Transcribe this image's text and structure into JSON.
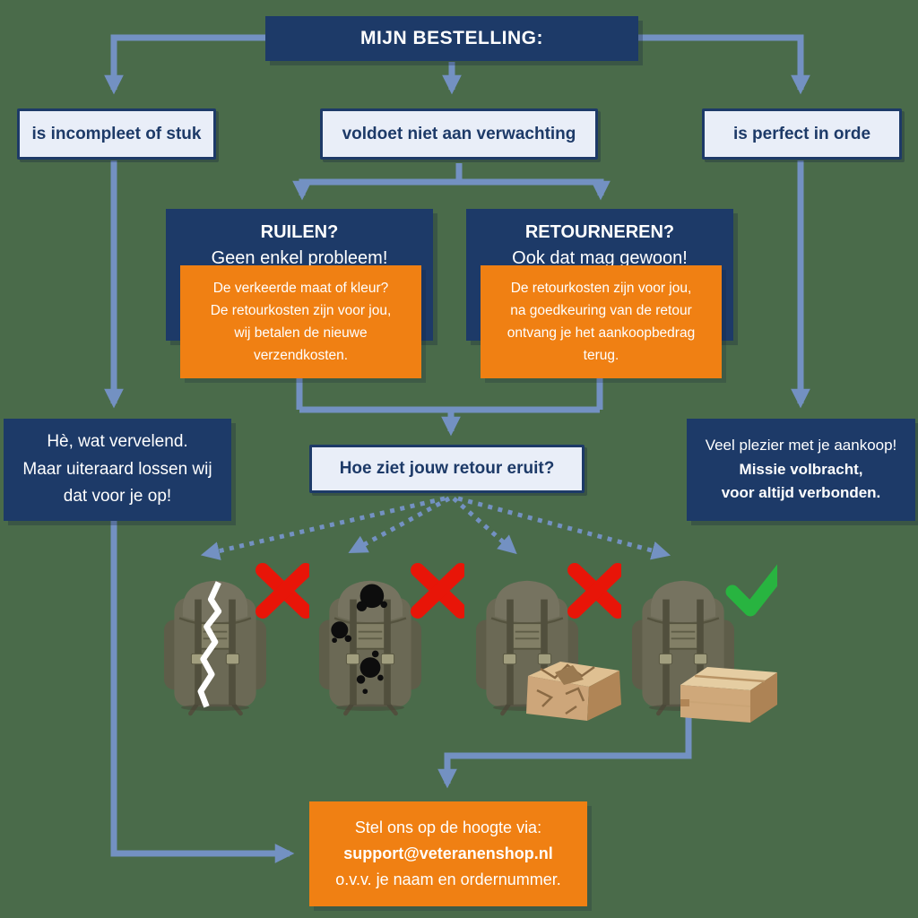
{
  "colors": {
    "background": "#4a6b4a",
    "navy": "#1d3a68",
    "light_fill": "#e9eef8",
    "orange": "#f08013",
    "arrow": "#7391c2",
    "cross_red": "#e81508",
    "check_green": "#28b440"
  },
  "root": {
    "title": "MIJN BESTELLING:"
  },
  "branches": [
    {
      "label": "is incompleet of stuk"
    },
    {
      "label": "voldoet niet aan verwachting"
    },
    {
      "label": "is perfect in orde"
    }
  ],
  "options": [
    {
      "title": "RUILEN?",
      "subtitle": "Geen enkel probleem!",
      "detail_lines": [
        "De verkeerde maat of kleur?",
        "De retourkosten zijn voor jou,",
        "wij betalen de nieuwe",
        "verzendkosten."
      ]
    },
    {
      "title": "RETOURNEREN?",
      "subtitle": "Ook dat mag gewoon!",
      "detail_lines": [
        "De retourkosten zijn voor jou,",
        "na goedkeuring van de retour",
        "ontvang je het aankoopbedrag",
        "terug."
      ]
    }
  ],
  "incomplete_note": {
    "lines": [
      "Hè, wat vervelend.",
      "Maar uiteraard lossen wij",
      "dat voor je op!"
    ]
  },
  "perfect_note": {
    "line_regular": "Veel plezier met je aankoop!",
    "line_bold_1": "Missie volbracht,",
    "line_bold_2": "voor altijd verbonden."
  },
  "question": {
    "label": "Hoe ziet jouw retour eruit?"
  },
  "return_examples": [
    {
      "name": "torn-backpack",
      "mark": "cross-icon",
      "verdict": "rejected"
    },
    {
      "name": "stained-backpack",
      "mark": "cross-icon",
      "verdict": "rejected"
    },
    {
      "name": "backpack-with-damaged-box",
      "mark": "cross-icon",
      "verdict": "rejected"
    },
    {
      "name": "backpack-with-intact-box",
      "mark": "check-icon",
      "verdict": "approved"
    }
  ],
  "contact": {
    "line1": "Stel ons op de hoogte via:",
    "email": "support@veteranenshop.nl",
    "line2": "o.v.v. je naam en ordernummer."
  }
}
